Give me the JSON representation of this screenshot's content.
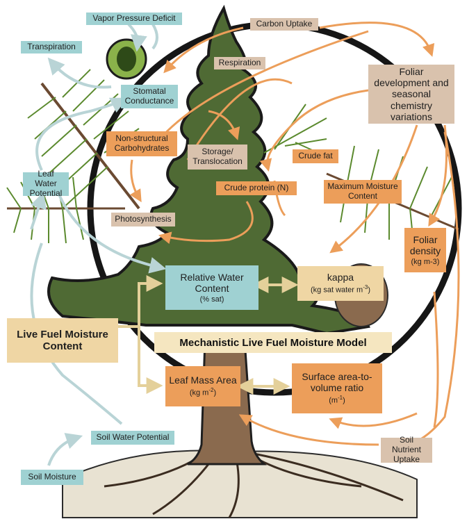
{
  "title": "Mechanistic Live Fuel Moisture Model",
  "colors": {
    "tree_green": "#4f6a34",
    "trunk_brown": "#8a6a4e",
    "orange_box": "#ec9e5a",
    "tan_box": "#d9c2ad",
    "teal_box": "#9fd1d2",
    "cream_box": "#efd6a4",
    "orange_arrow": "#ec9e5a",
    "blue_arrow": "#b9d4d6"
  },
  "labels": {
    "vpd": "Vapor Pressure Deficit",
    "carbon_uptake": "Carbon Uptake",
    "transpiration": "Transpiration",
    "respiration": "Respiration",
    "stomatal": "Stomatal Conductance",
    "foliar_dev": "Foliar development and seasonal chemistry variations",
    "nsc": "Non-structural Carbohydrates",
    "storage": "Storage/ Translocation",
    "crude_fat": "Crude fat",
    "leaf_water_potential": "Leaf Water Potential",
    "crude_protein": "Crude protein (N)",
    "max_moisture": "Maximum Moisture Content",
    "photosynthesis": "Photosynthesis",
    "foliar_density": "Foliar density",
    "foliar_density_unit": "(kg m-3)",
    "rwc": "Relative Water Content",
    "rwc_unit": "(% sat)",
    "kappa": "kappa",
    "kappa_unit_base": "(kg sat water m",
    "kappa_unit_exp": "-3",
    "kappa_unit_end": ")",
    "lfmc": "Live Fuel Moisture Content",
    "lma": "Leaf Mass Area",
    "lma_unit_base": "(kg m",
    "lma_unit_exp": "-2",
    "lma_unit_end": ")",
    "sav": "Surface area-to-volume ratio",
    "sav_unit_base": "(m",
    "sav_unit_exp": "-1",
    "sav_unit_end": ")",
    "soil_water_potential": "Soil Water Potential",
    "soil_moisture": "Soil Moisture",
    "soil_nutrient": "Soil Nutrient Uptake"
  }
}
